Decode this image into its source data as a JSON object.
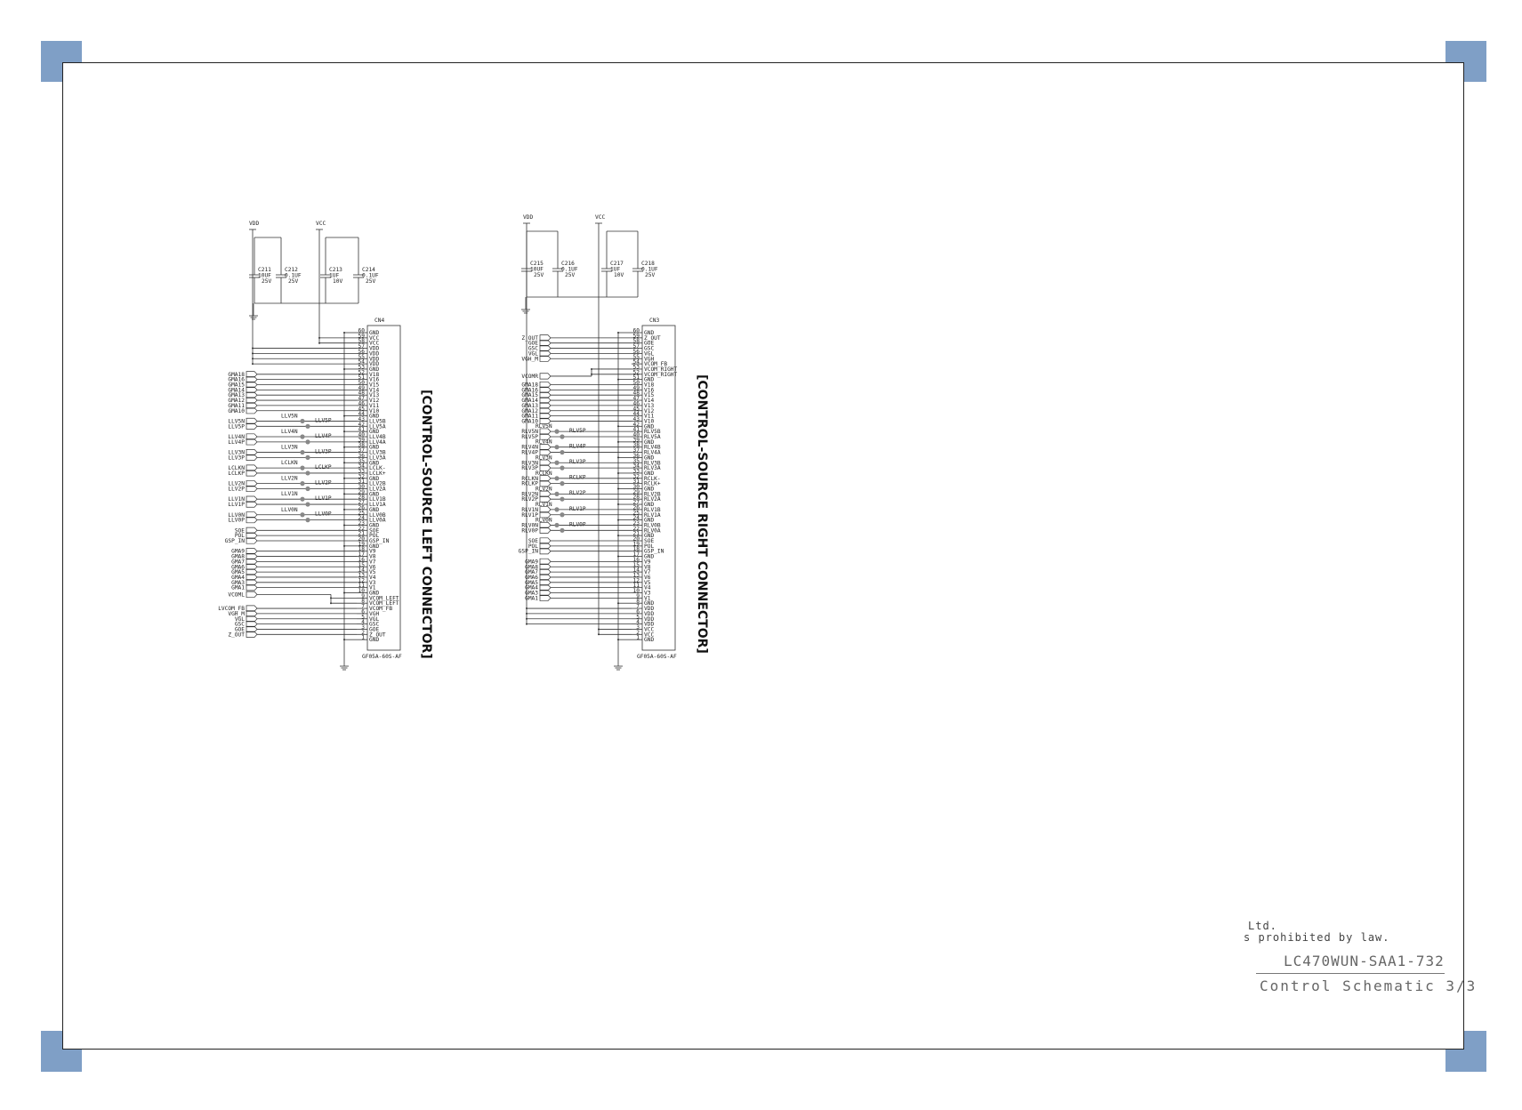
{
  "diagram": {
    "title_left": "[CONTROL-SOURCE LEFT CONNECTOR]",
    "title_right": "[CONTROL-SOURCE RIGHT CONNECTOR]",
    "left": {
      "connector_ref": "CN4",
      "connector_part": "GF05A-60S-AF",
      "rails": [
        "VDD",
        "VCC"
      ],
      "caps": [
        {
          "ref": "C211",
          "val": "10UF",
          "volt": "25V"
        },
        {
          "ref": "C212",
          "val": "0.1UF",
          "volt": "25V"
        },
        {
          "ref": "C213",
          "val": "1UF",
          "volt": "10V"
        },
        {
          "ref": "C214",
          "val": "0.1UF",
          "volt": "25V"
        }
      ],
      "pins": [
        "GND",
        "VCC",
        "VCC",
        "VDD",
        "VDD",
        "VDD",
        "VDD",
        "GND",
        "V18",
        "V16",
        "V15",
        "V14",
        "V13",
        "V12",
        "V11",
        "V10",
        "GND",
        "LLV5B",
        "LLV5A",
        "GND",
        "LLV4B",
        "LLV4A",
        "GND",
        "LLV3B",
        "LLV3A",
        "GND",
        "LCLK-",
        "LCLK+",
        "GND",
        "LLV2B",
        "LLV2A",
        "GND",
        "LLV1B",
        "LLV1A",
        "GND",
        "LLV0B",
        "LLV0A",
        "GND",
        "SOE",
        "POL",
        "GSP_IN",
        "GND",
        "V9",
        "V8",
        "V7",
        "V6",
        "V5",
        "V4",
        "V3",
        "V1",
        "GND",
        "VCOM_LEFT",
        "VCOM_LEFT",
        "VCOM_FB",
        "VGH",
        "VGL",
        "GSC",
        "GOE",
        "Z_OUT",
        "GND"
      ],
      "gma_high": [
        "GMA18",
        "GMA16",
        "GMA15",
        "GMA14",
        "GMA13",
        "GMA12",
        "GMA11",
        "GMA10"
      ],
      "gma_low": [
        "GMA9",
        "GMA8",
        "GMA7",
        "GMA6",
        "GMA5",
        "GMA4",
        "GMA3",
        "GMA1"
      ],
      "pairs": [
        {
          "n": "LLV5N",
          "p": "LLV5P"
        },
        {
          "n": "LLV4N",
          "p": "LLV4P"
        },
        {
          "n": "LLV3N",
          "p": "LLV3P"
        },
        {
          "n": "LCLKN",
          "p": "LCLKP"
        },
        {
          "n": "LLV2N",
          "p": "LLV2P"
        },
        {
          "n": "LLV1N",
          "p": "LLV1P"
        },
        {
          "n": "LLV0N",
          "p": "LLV0P"
        }
      ],
      "ctrl_mid": [
        "SOE",
        "POL",
        "GSP_IN"
      ],
      "vcom": "VCOML",
      "ctrl_bottom": [
        "LVCOM_FB",
        "VGH_M",
        "VGL",
        "GSC",
        "GOE",
        "Z_OUT"
      ]
    },
    "right": {
      "connector_ref": "CN3",
      "connector_part": "GF05A-60S-AF",
      "rails": [
        "VDD",
        "VCC"
      ],
      "caps": [
        {
          "ref": "C215",
          "val": "10UF",
          "volt": "25V"
        },
        {
          "ref": "C216",
          "val": "0.1UF",
          "volt": "25V"
        },
        {
          "ref": "C217",
          "val": "1UF",
          "volt": "10V"
        },
        {
          "ref": "C218",
          "val": "0.1UF",
          "volt": "25V"
        }
      ],
      "pins": [
        "GND",
        "Z_OUT",
        "GOE",
        "GSC",
        "VGL",
        "VGH",
        "VCOM_FB",
        "VCOM_RIGHT",
        "VCOM_RIGHT",
        "GND",
        "V18",
        "V16",
        "V15",
        "V14",
        "V13",
        "V12",
        "V11",
        "V10",
        "GND",
        "RLV5B",
        "RLV5A",
        "GND",
        "RLV4B",
        "RLV4A",
        "GND",
        "RLV3B",
        "RLV3A",
        "GND",
        "RCLK-",
        "RCLK+",
        "GND",
        "RLV2B",
        "RLV2A",
        "GND",
        "RLV1B",
        "RLV1A",
        "GND",
        "RLV0B",
        "RLV0A",
        "GND",
        "SOE",
        "POL",
        "GSP_IN",
        "GND",
        "V9",
        "V8",
        "V7",
        "V6",
        "V5",
        "V4",
        "V3",
        "V1",
        "GND",
        "VDD",
        "VDD",
        "VDD",
        "VDD",
        "VCC",
        "VCC",
        "GND"
      ],
      "ctrl_top": [
        "Z_OUT",
        "GOE",
        "GSC",
        "VGL",
        "VGH_M"
      ],
      "vcom": "VCOMR",
      "gma_high": [
        "GMA18",
        "GMA16",
        "GMA15",
        "GMA14",
        "GMA13",
        "GMA12",
        "GMA11",
        "GMA10"
      ],
      "gma_low": [
        "GMA9",
        "GMA8",
        "GMA7",
        "GMA6",
        "GMA5",
        "GMA4",
        "GMA3",
        "GMA1"
      ],
      "pairs": [
        {
          "n": "RLV5N",
          "p": "RLV5P"
        },
        {
          "n": "RLV4N",
          "p": "RLV4P"
        },
        {
          "n": "RLV3N",
          "p": "RLV3P"
        },
        {
          "n": "RCLKN",
          "p": "RCLKP"
        },
        {
          "n": "RLV2N",
          "p": "RLV2P"
        },
        {
          "n": "RLV1N",
          "p": "RLV1P"
        },
        {
          "n": "RLV0N",
          "p": "RLV0P"
        }
      ],
      "ctrl_mid": [
        "SOE",
        "POL",
        "GSP_IN"
      ]
    }
  },
  "title_block": {
    "company_fragment": "Ltd.",
    "notice": "s prohibited by law.",
    "model": "LC470WUN-SAA1-732",
    "sheet_title": "Control Schematic 3/3"
  },
  "colors": {
    "corner": "#7f9fc6",
    "line": "#333333",
    "text": "#222222"
  }
}
